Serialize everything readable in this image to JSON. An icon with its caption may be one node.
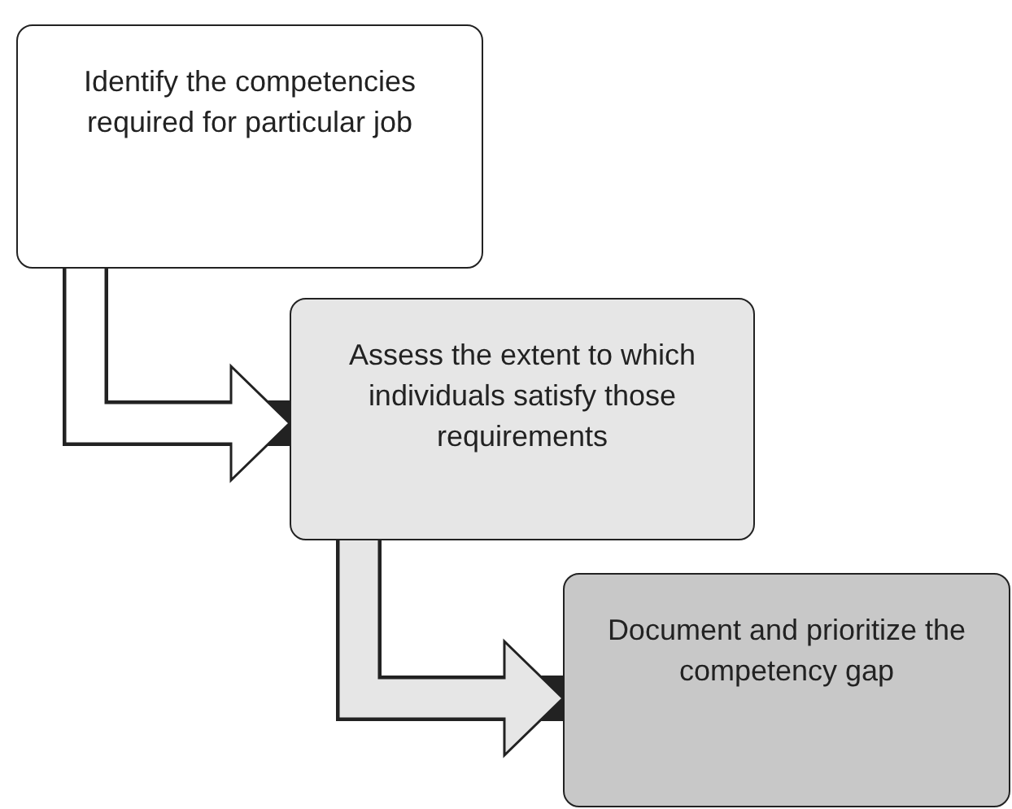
{
  "diagram": {
    "nodes": [
      {
        "text": [
          "Identify the competencies required for particular job"
        ]
      },
      {
        "text": [
          "Assess the extent to which individuals satisfy those requirements"
        ]
      },
      {
        "text": [
          "Document and prioritize the competency gap"
        ]
      }
    ],
    "edges": [
      {
        "from": 0,
        "to": 1,
        "arrow": "to"
      },
      {
        "from": 1,
        "to": 2,
        "arrow": "to"
      }
    ]
  }
}
